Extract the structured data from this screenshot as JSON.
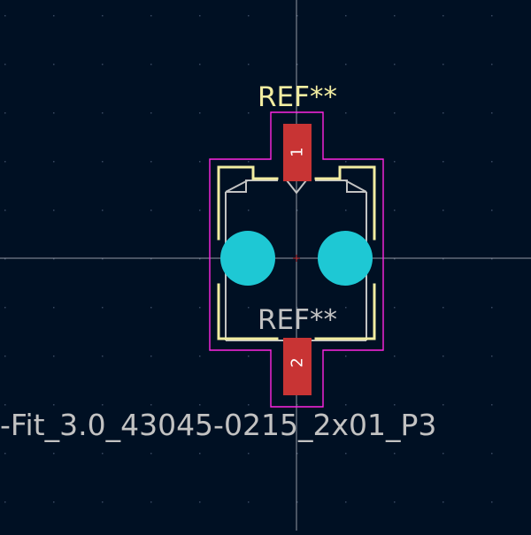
{
  "footprint": {
    "reference_top": "REF**",
    "reference_fab": "REF**",
    "value": "-Fit_3.0_43045-0215_2x01_P3",
    "pads": [
      {
        "number": "1"
      },
      {
        "number": "2"
      }
    ]
  },
  "colors": {
    "background": "#001023",
    "grid": "#384860",
    "crosshair": "#b8bcc4",
    "silkscreen": "#f2eda1",
    "fab": "#c2c2c2",
    "courtyard": "#ff26e2",
    "smd_pad": "#c83434",
    "npth_hole": "#1ec8d4",
    "value_text": "#c2c2c2"
  }
}
